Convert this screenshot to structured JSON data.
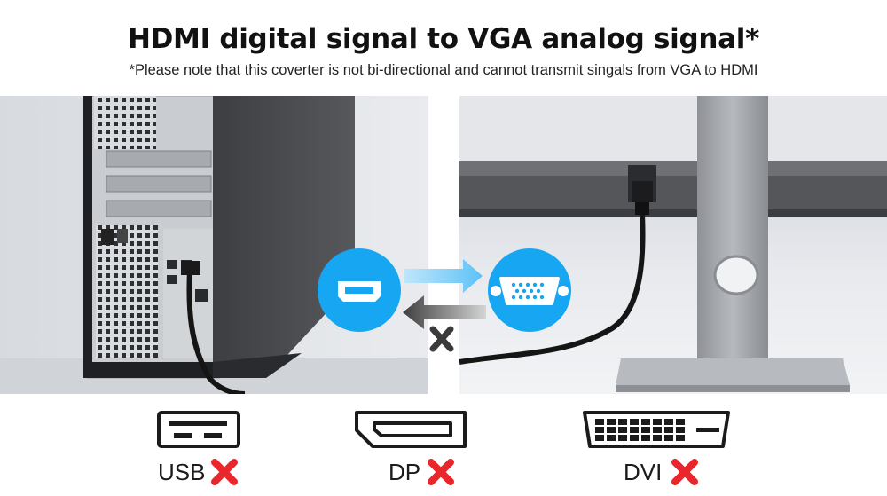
{
  "header": {
    "title": "HDMI digital signal to VGA analog signal*",
    "note": "*Please note that this coverter is not bi-directional and cannot transmit singals from VGA to HDMI"
  },
  "colors": {
    "accent_blue": "#17a6f2",
    "arrow_blue": "#5dc2f7",
    "arrow_dark": "#4a4a4a",
    "cross_red": "#e8262b",
    "cross_dark": "#3a3a3a"
  },
  "diagram": {
    "source_icon": "hdmi-port-icon",
    "target_icon": "vga-port-icon",
    "forward_arrow_icon": "arrow-right-icon",
    "reverse_arrow_icon": "arrow-left-icon",
    "blocked_icon": "cross-icon"
  },
  "connectors": [
    {
      "label": "USB",
      "icon": "usb-port-icon",
      "status_icon": "red-cross-icon"
    },
    {
      "label": "DP",
      "icon": "displayport-icon",
      "status_icon": "red-cross-icon"
    },
    {
      "label": "DVI",
      "icon": "dvi-port-icon",
      "status_icon": "red-cross-icon"
    }
  ]
}
